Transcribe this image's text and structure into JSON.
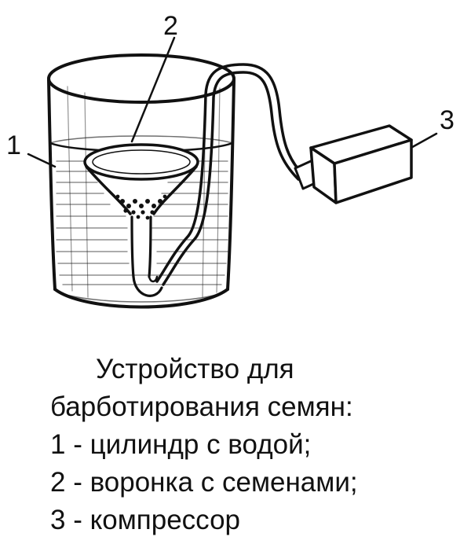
{
  "labels": {
    "cylinder": "1",
    "funnel": "2",
    "compressor": "3"
  },
  "caption": {
    "title_line1": "Устройство для",
    "title_line2": "барботирования семян:",
    "item1": "1 - цилиндр с водой;",
    "item2": "2 - воронка с семенами;",
    "item3": "3 - компрессор"
  },
  "colors": {
    "ink": "#111111",
    "background": "#ffffff"
  }
}
